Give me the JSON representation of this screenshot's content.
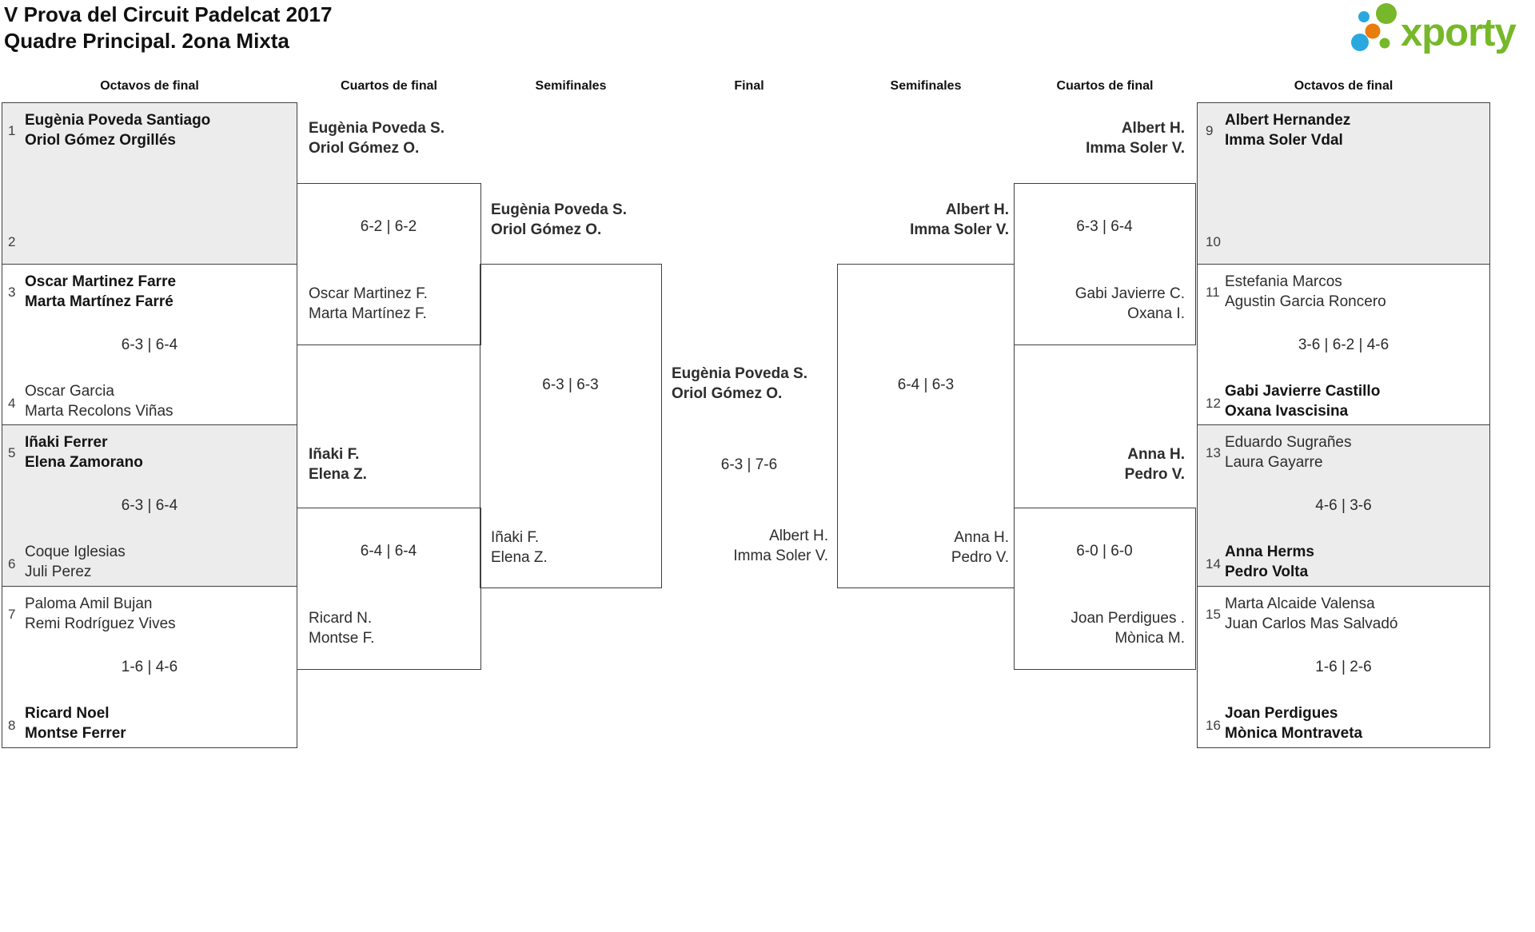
{
  "header": {
    "title_line1": "V Prova del Circuit Padelcat 2017",
    "title_line2": "Quadre Principal. 2ona Mixta"
  },
  "logo": {
    "brand": "xporty",
    "green": "#76b82a",
    "blue": "#29a8e0",
    "orange": "#e87d0d"
  },
  "round_headers": [
    "Octavos de final",
    "Cuartos de final",
    "Semifinales",
    "Final",
    "Semifinales",
    "Cuartos de final",
    "Octavos de final"
  ],
  "octavos_left": [
    {
      "seed_top": "1",
      "team_top": {
        "p1": "Eugènia Poveda Santiago",
        "p2": "Oriol Gómez Orgillés"
      },
      "score": "",
      "seed_bottom": "2"
    },
    {
      "seed_top": "3",
      "team_top": {
        "p1": "Oscar Martinez Farre",
        "p2": "Marta Martínez Farré"
      },
      "score": "6-3 | 6-4",
      "seed_bottom": "4",
      "team_bottom": {
        "p1": "Oscar Garcia",
        "p2": "Marta Recolons Viñas"
      }
    },
    {
      "seed_top": "5",
      "team_top": {
        "p1": "Iñaki Ferrer",
        "p2": "Elena Zamorano"
      },
      "score": "6-3 | 6-4",
      "seed_bottom": "6",
      "team_bottom": {
        "p1": "Coque Iglesias",
        "p2": "Juli Perez"
      }
    },
    {
      "seed_top": "7",
      "team_top": {
        "p1": "Paloma Amil Bujan",
        "p2": "Remi Rodríguez Vives"
      },
      "score": "1-6 | 4-6",
      "seed_bottom": "8",
      "team_bottom": {
        "p1": "Ricard Noel",
        "p2": "Montse Ferrer"
      }
    }
  ],
  "octavos_right": [
    {
      "seed_top": "9",
      "team_top": {
        "p1": "Albert Hernandez",
        "p2": "Imma Soler Vdal"
      },
      "score": "",
      "seed_bottom": "10"
    },
    {
      "seed_top": "11",
      "team_top": {
        "p1": "Estefania Marcos",
        "p2": "Agustin Garcia Roncero"
      },
      "score": "3-6 | 6-2 | 4-6",
      "seed_bottom": "12",
      "team_bottom": {
        "p1": "Gabi Javierre Castillo",
        "p2": "Oxana Ivascisina"
      }
    },
    {
      "seed_top": "13",
      "team_top": {
        "p1": "Eduardo Sugrañes",
        "p2": "Laura Gayarre"
      },
      "score": "4-6 | 3-6",
      "seed_bottom": "14",
      "team_bottom": {
        "p1": "Anna Herms",
        "p2": "Pedro Volta"
      }
    },
    {
      "seed_top": "15",
      "team_top": {
        "p1": "Marta Alcaide Valensa",
        "p2": "Juan Carlos Mas Salvadó"
      },
      "score": "1-6 | 2-6",
      "seed_bottom": "16",
      "team_bottom": {
        "p1": "Joan Perdigues",
        "p2": "Mònica Montraveta"
      }
    }
  ],
  "cuartos_left": {
    "winner_top": {
      "p1": "Eugènia Poveda S.",
      "p2": "Oriol Gómez O."
    },
    "score_top": "6-2 | 6-2",
    "loser_top": {
      "p1": "Oscar Martinez F.",
      "p2": "Marta Martínez F."
    },
    "winner_bottom": {
      "p1": "Iñaki F.",
      "p2": "Elena Z."
    },
    "score_bottom": "6-4 | 6-4",
    "loser_bottom": {
      "p1": "Ricard N.",
      "p2": "Montse F."
    }
  },
  "cuartos_right": {
    "winner_top": {
      "p1": "Albert H.",
      "p2": "Imma Soler V."
    },
    "score_top": "6-3 | 6-4",
    "loser_top": {
      "p1": "Gabi Javierre C.",
      "p2": "Oxana I."
    },
    "winner_bottom": {
      "p1": "Anna H.",
      "p2": "Pedro V."
    },
    "score_bottom": "6-0 | 6-0",
    "loser_bottom": {
      "p1": "Joan Perdigues .",
      "p2": "Mònica M."
    }
  },
  "semis_left": {
    "winner": {
      "p1": "Eugènia Poveda S.",
      "p2": "Oriol Gómez O."
    },
    "score": "6-3 | 6-3",
    "loser": {
      "p1": "Iñaki F.",
      "p2": "Elena Z."
    }
  },
  "semis_right": {
    "winner": {
      "p1": "Albert H.",
      "p2": "Imma Soler V."
    },
    "score": "6-4 | 6-3",
    "loser": {
      "p1": "Anna H.",
      "p2": "Pedro V."
    }
  },
  "final": {
    "winner": {
      "p1": "Eugènia Poveda S.",
      "p2": "Oriol Gómez O."
    },
    "score": "6-3 | 7-6",
    "runner_up": {
      "p1": "Albert H.",
      "p2": "Imma Soler V."
    }
  }
}
